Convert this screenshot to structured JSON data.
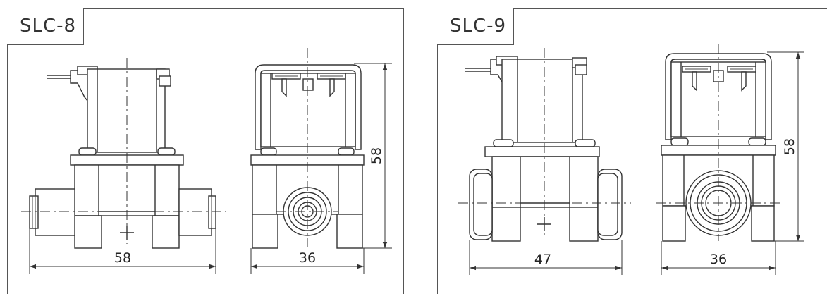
{
  "panels": [
    {
      "model": "SLC-8",
      "dims": {
        "front_width": "58",
        "side_width": "36",
        "height": "58"
      }
    },
    {
      "model": "SLC-9",
      "dims": {
        "front_width": "47",
        "side_width": "36",
        "height": "58"
      }
    }
  ]
}
